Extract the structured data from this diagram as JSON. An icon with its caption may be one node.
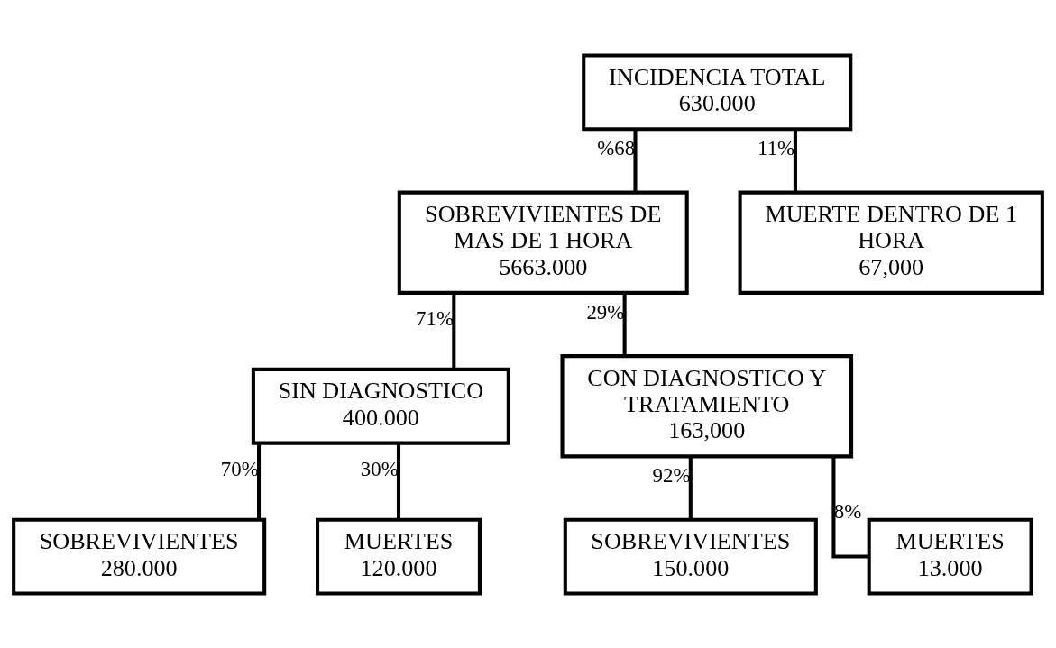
{
  "diagram": {
    "nodes": [
      {
        "text": [
          "INCIDENCIA TOTAL",
          "630.000"
        ]
      },
      {
        "text": [
          "SOBREVIVIENTES DE MAS DE 1 HORA",
          "5663.000"
        ]
      },
      {
        "text": [
          "MUERTE DENTRO DE 1 HORA",
          "67,000"
        ]
      },
      {
        "text": [
          "SIN DIAGNOSTICO",
          "400.000"
        ]
      },
      {
        "text": [
          "CON DIAGNOSTICO Y TRATAMIENTO",
          "163,000"
        ]
      },
      {
        "text": [
          "SOBREVIVIENTES",
          "280.000"
        ]
      },
      {
        "text": [
          "MUERTES",
          "120.000"
        ]
      },
      {
        "text": [
          "SOBREVIVIENTES",
          "150.000"
        ]
      },
      {
        "text": [
          "MUERTES",
          "13.000"
        ]
      }
    ],
    "edges": [
      {
        "from": 0,
        "to": 1,
        "arrow": "none",
        "label": "%68"
      },
      {
        "from": 0,
        "to": 2,
        "arrow": "none",
        "label": "11%"
      },
      {
        "from": 1,
        "to": 3,
        "arrow": "none",
        "label": "71%"
      },
      {
        "from": 1,
        "to": 4,
        "arrow": "none",
        "label": "29%"
      },
      {
        "from": 3,
        "to": 5,
        "arrow": "none",
        "label": "70%"
      },
      {
        "from": 3,
        "to": 6,
        "arrow": "none",
        "label": "30%"
      },
      {
        "from": 4,
        "to": 7,
        "arrow": "none",
        "label": "92%"
      },
      {
        "from": 4,
        "to": 8,
        "arrow": "none",
        "label": "8%"
      }
    ]
  }
}
